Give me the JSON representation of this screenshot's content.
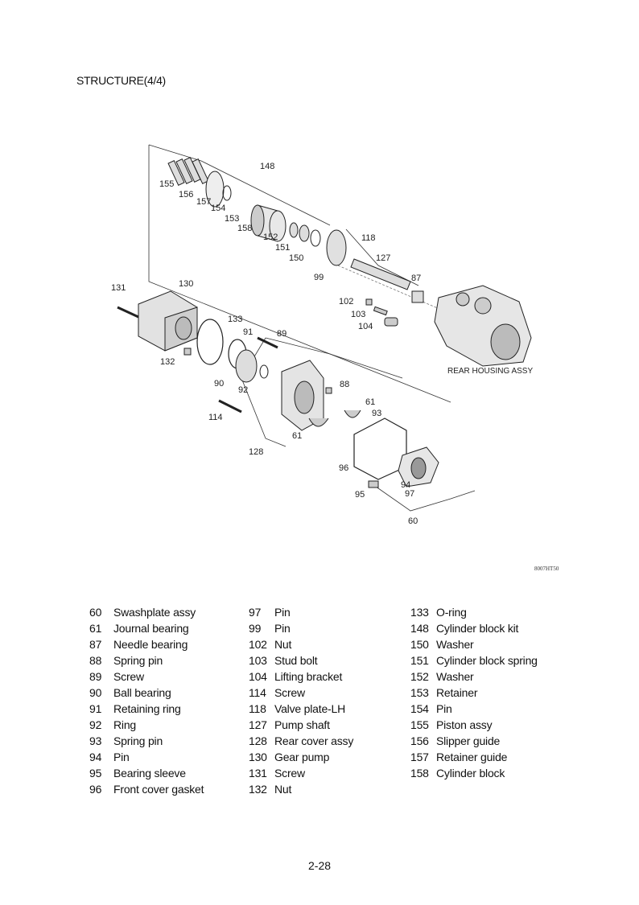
{
  "title": "STRUCTURE(4/4)",
  "figure_code": "8007HT50",
  "assembly_label": "REAR HOUSING ASSY",
  "callouts": [
    "148",
    "155",
    "156",
    "157",
    "154",
    "153",
    "158",
    "152",
    "151",
    "150",
    "118",
    "127",
    "99",
    "87",
    "131",
    "130",
    "133",
    "91",
    "89",
    "102",
    "103",
    "104",
    "132",
    "90",
    "92",
    "88",
    "61",
    "93",
    "114",
    "128",
    "61",
    "96",
    "94",
    "97",
    "95",
    "60"
  ],
  "parts": {
    "col1": [
      {
        "no": "60",
        "name": "Swashplate assy"
      },
      {
        "no": "61",
        "name": "Journal bearing"
      },
      {
        "no": "87",
        "name": "Needle bearing"
      },
      {
        "no": "88",
        "name": "Spring pin"
      },
      {
        "no": "89",
        "name": "Screw"
      },
      {
        "no": "90",
        "name": "Ball bearing"
      },
      {
        "no": "91",
        "name": "Retaining ring"
      },
      {
        "no": "92",
        "name": "Ring"
      },
      {
        "no": "93",
        "name": "Spring pin"
      },
      {
        "no": "94",
        "name": "Pin"
      },
      {
        "no": "95",
        "name": "Bearing sleeve"
      },
      {
        "no": "96",
        "name": "Front cover gasket"
      }
    ],
    "col2": [
      {
        "no": "97",
        "name": "Pin"
      },
      {
        "no": "99",
        "name": "Pin"
      },
      {
        "no": "102",
        "name": "Nut"
      },
      {
        "no": "103",
        "name": "Stud bolt"
      },
      {
        "no": "104",
        "name": "Lifting bracket"
      },
      {
        "no": "114",
        "name": "Screw"
      },
      {
        "no": "118",
        "name": "Valve plate-LH"
      },
      {
        "no": "127",
        "name": "Pump shaft"
      },
      {
        "no": "128",
        "name": "Rear cover assy"
      },
      {
        "no": "130",
        "name": "Gear pump"
      },
      {
        "no": "131",
        "name": "Screw"
      },
      {
        "no": "132",
        "name": "Nut"
      }
    ],
    "col3": [
      {
        "no": "133",
        "name": "O-ring"
      },
      {
        "no": "148",
        "name": "Cylinder block kit"
      },
      {
        "no": "150",
        "name": "Washer"
      },
      {
        "no": "151",
        "name": "Cylinder block spring"
      },
      {
        "no": "152",
        "name": "Washer"
      },
      {
        "no": "153",
        "name": "Retainer"
      },
      {
        "no": "154",
        "name": "Pin"
      },
      {
        "no": "155",
        "name": "Piston assy"
      },
      {
        "no": "156",
        "name": "Slipper guide"
      },
      {
        "no": "157",
        "name": "Retainer guide"
      },
      {
        "no": "158",
        "name": "Cylinder block"
      }
    ]
  },
  "page_number": "2-28"
}
